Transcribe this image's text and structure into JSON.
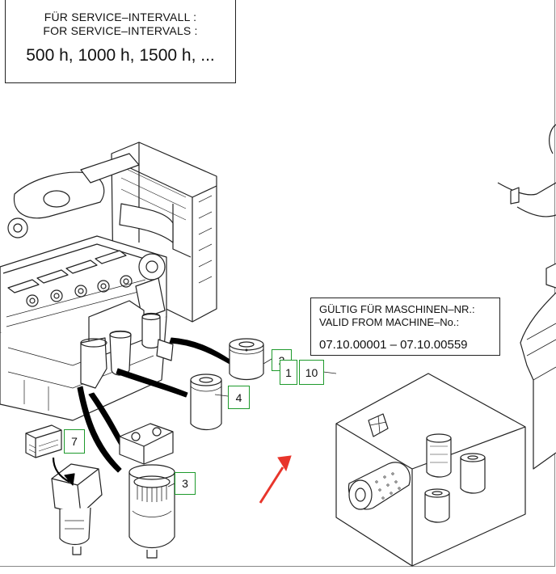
{
  "service_interval": {
    "line_de": "FÜR SERVICE–INTERVALL :",
    "line_en": "FOR SERVICE–INTERVALS :",
    "hours": "500 h, 1000 h, 1500 h, ..."
  },
  "validity": {
    "line_de": "GÜLTIG FÜR MASCHINEN–NR.:",
    "line_en": "VALID FROM MACHINE–No.:",
    "range": "07.10.00001 – 07.10.00559"
  },
  "callouts": {
    "c1": "1",
    "c2": "2",
    "c3": "3",
    "c4": "4",
    "c7": "7",
    "c10": "10"
  },
  "colors": {
    "callout_border": "#1e9a2c",
    "arrow": "#e8352b",
    "line_art": "#222222"
  }
}
